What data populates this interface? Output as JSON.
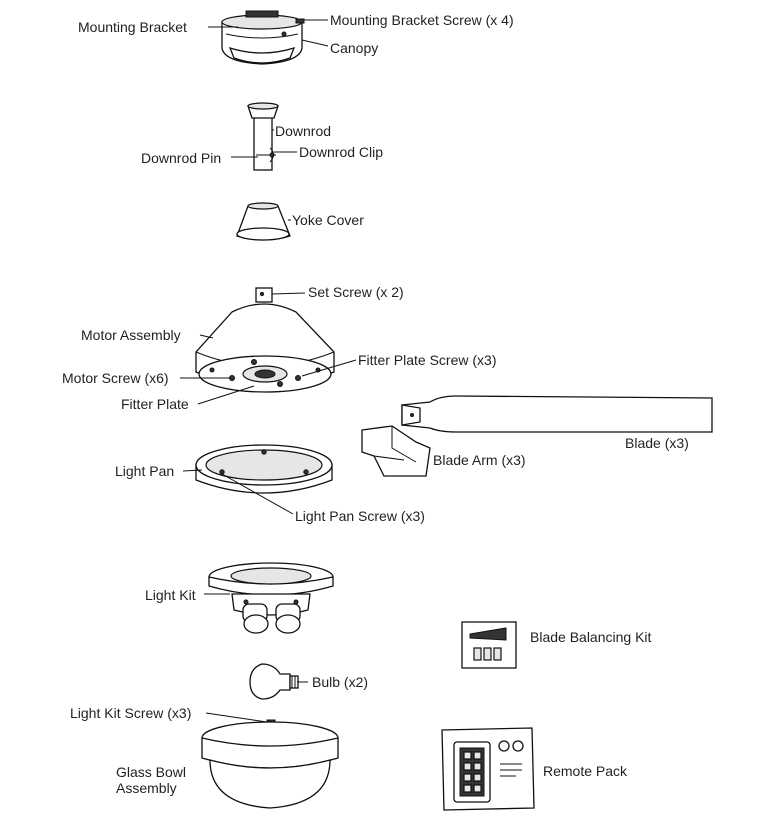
{
  "labels": {
    "mounting_bracket": "Mounting Bracket",
    "mounting_bracket_screw": "Mounting Bracket Screw (x 4)",
    "canopy": "Canopy",
    "downrod": "Downrod",
    "downrod_pin": "Downrod Pin",
    "downrod_clip": "Downrod Clip",
    "yoke_cover": "Yoke Cover",
    "set_screw": "Set Screw (x 2)",
    "motor_assembly": "Motor Assembly",
    "fitter_plate_screw": "Fitter Plate Screw (x3)",
    "motor_screw": "Motor Screw (x6)",
    "fitter_plate": "Fitter Plate",
    "blade": "Blade (x3)",
    "blade_arm": "Blade Arm (x3)",
    "light_pan": "Light Pan",
    "light_pan_screw": "Light Pan Screw (x3)",
    "light_kit": "Light Kit",
    "blade_balancing_kit": "Blade Balancing Kit",
    "bulb": "Bulb (x2)",
    "light_kit_screw": "Light Kit Screw (x3)",
    "glass_bowl_assembly": "Glass Bowl Assembly",
    "remote_pack": "Remote Pack"
  },
  "icons": [
    "mounting-bracket-icon",
    "canopy-icon",
    "downrod-icon",
    "yoke-cover-icon",
    "motor-assembly-icon",
    "blade-icon",
    "blade-arm-icon",
    "light-pan-icon",
    "light-kit-icon",
    "bulb-icon",
    "glass-bowl-icon",
    "balancing-kit-icon",
    "remote-pack-icon"
  ]
}
